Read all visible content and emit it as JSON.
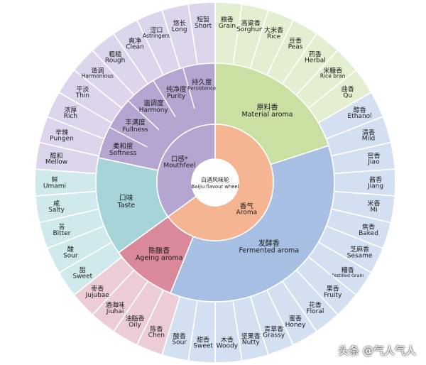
{
  "center": {
    "zh": "白酒风味轮",
    "en": "Baijiu flavour wheel"
  },
  "ring1": [
    {
      "zh": "香气",
      "en": "Aroma",
      "start": 0,
      "end": 234,
      "fill": "#f5b592"
    },
    {
      "zh": "口感*",
      "en": "Mouthfeel",
      "start": 234,
      "end": 360,
      "fill": "#b5a6d1"
    }
  ],
  "ring2": [
    {
      "zh": "原料香",
      "en": "Material aroma",
      "start": 0,
      "end": 72,
      "fill": "#c9e0a2"
    },
    {
      "zh": "发酵香",
      "en": "Fermented aroma",
      "start": 72,
      "end": 202,
      "fill": "#a7bfe2"
    },
    {
      "zh": "陈酿香",
      "en": "Ageing aroma",
      "start": 202,
      "end": 234,
      "fill": "#d9899a"
    },
    {
      "zh": "口味",
      "en": "Taste",
      "start": 234,
      "end": 282,
      "fill": "#a5d5d9"
    },
    {
      "zh": "口感*",
      "en": "Mouthfeel",
      "start": 282,
      "end": 360,
      "fill": "#b5a6d1"
    }
  ],
  "mouthfeel_inner": [
    {
      "zh": "持久度",
      "en": "Persistence"
    },
    {
      "zh": "纯净度",
      "en": "Purity"
    },
    {
      "zh": "谐调度",
      "en": "Harmony"
    },
    {
      "zh": "丰满度",
      "en": "Fullness"
    },
    {
      "zh": "柔和度",
      "en": "Softness"
    }
  ],
  "ring3": [
    {
      "zh": "粮香",
      "en": "Grain",
      "group": "mat"
    },
    {
      "zh": "高粱香",
      "en": "Sorghum",
      "group": "mat"
    },
    {
      "zh": "大米香",
      "en": "Rice",
      "group": "mat"
    },
    {
      "zh": "豆香",
      "en": "Peas",
      "group": "mat"
    },
    {
      "zh": "药香",
      "en": "Herbal",
      "group": "mat"
    },
    {
      "zh": "米糠香",
      "en": "Rice bran",
      "group": "mat"
    },
    {
      "zh": "曲香",
      "en": "Qu",
      "group": "mat"
    },
    {
      "zh": "醇香",
      "en": "Ethanol",
      "group": "fer"
    },
    {
      "zh": "清香",
      "en": "Mild",
      "group": "fer"
    },
    {
      "zh": "窖香",
      "en": "Jiao",
      "group": "fer"
    },
    {
      "zh": "酱香",
      "en": "Jiang",
      "group": "fer"
    },
    {
      "zh": "米香",
      "en": "Mi",
      "group": "fer"
    },
    {
      "zh": "焦香",
      "en": "Baked",
      "group": "fer"
    },
    {
      "zh": "芝麻香",
      "en": "Sesame",
      "group": "fer"
    },
    {
      "zh": "糟香",
      "en": "Distilled Grain",
      "group": "fer"
    },
    {
      "zh": "果香",
      "en": "Fruity",
      "group": "fer"
    },
    {
      "zh": "花香",
      "en": "Floral",
      "group": "fer"
    },
    {
      "zh": "蜜香",
      "en": "Honey",
      "group": "fer"
    },
    {
      "zh": "青草香",
      "en": "Grassy",
      "group": "fer"
    },
    {
      "zh": "坚果香",
      "en": "Nutty",
      "group": "fer"
    },
    {
      "zh": "木香",
      "en": "Woody",
      "group": "fer"
    },
    {
      "zh": "甜香",
      "en": "Sweet",
      "group": "fer"
    },
    {
      "zh": "酸香",
      "en": "Sour",
      "group": "fer"
    },
    {
      "zh": "陈香",
      "en": "Chen",
      "group": "age"
    },
    {
      "zh": "油脂香",
      "en": "Oily",
      "group": "age"
    },
    {
      "zh": "酒海味",
      "en": "Jiuhai",
      "group": "age"
    },
    {
      "zh": "枣香",
      "en": "Jujubae",
      "group": "age"
    },
    {
      "zh": "甜",
      "en": "Sweet",
      "group": "tas"
    },
    {
      "zh": "酸",
      "en": "Sour",
      "group": "tas"
    },
    {
      "zh": "苦",
      "en": "Bitter",
      "group": "tas"
    },
    {
      "zh": "咸",
      "en": "Salty",
      "group": "tas"
    },
    {
      "zh": "鲜",
      "en": "Umami",
      "group": "tas"
    },
    {
      "zh": "醇和",
      "en": "Mellow",
      "group": "mou"
    },
    {
      "zh": "辛辣",
      "en": "Pungen",
      "group": "mou"
    },
    {
      "zh": "浓厚",
      "en": "Rich",
      "group": "mou"
    },
    {
      "zh": "平淡",
      "en": "Thin",
      "group": "mou"
    },
    {
      "zh": "谐调",
      "en": "Harmonious",
      "group": "mou"
    },
    {
      "zh": "粗糙",
      "en": "Rough",
      "group": "mou"
    },
    {
      "zh": "爽净",
      "en": "Clean",
      "group": "mou"
    },
    {
      "zh": "涩口",
      "en": "Astringent",
      "group": "mou"
    },
    {
      "zh": "悠长",
      "en": "Long",
      "group": "mou"
    },
    {
      "zh": "短暂",
      "en": "Short",
      "group": "mou"
    }
  ],
  "ring3_colors": {
    "mat": "#e3efd0",
    "fer": "#d3e0f1",
    "age": "#eccdd5",
    "tas": "#cfe9ec",
    "mou": "#ddd5ec"
  },
  "watermark": "头条 @气人气人"
}
